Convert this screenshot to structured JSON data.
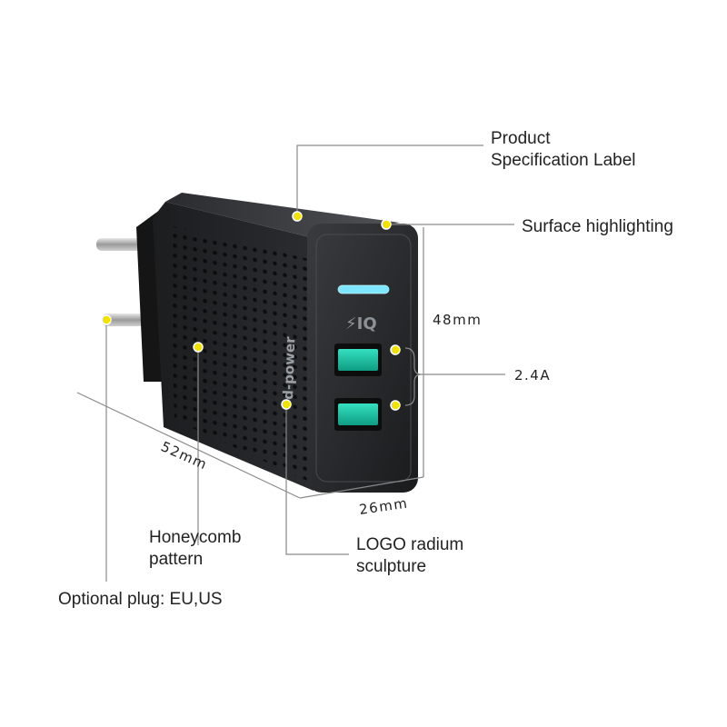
{
  "labels": {
    "product_label_line1": "Product",
    "product_label_line2": "Specification Label",
    "surface": "Surface highlighting",
    "current": "2.4A",
    "honeycomb_line1": "Honeycomb",
    "honeycomb_line2": "pattern",
    "logo_line1": "LOGO radium",
    "logo_line2": "sculpture",
    "plug": "Optional plug: EU,US"
  },
  "dimensions": {
    "height": "48mm",
    "length": "52mm",
    "width": "26mm"
  },
  "product": {
    "brand": "d-power",
    "port_badge": "⚡IQ"
  },
  "colors": {
    "marker": "#f2e200",
    "body": "#1b1c1e",
    "usb_glow": "#19c7a6",
    "indicator": "#7fe6ff"
  }
}
